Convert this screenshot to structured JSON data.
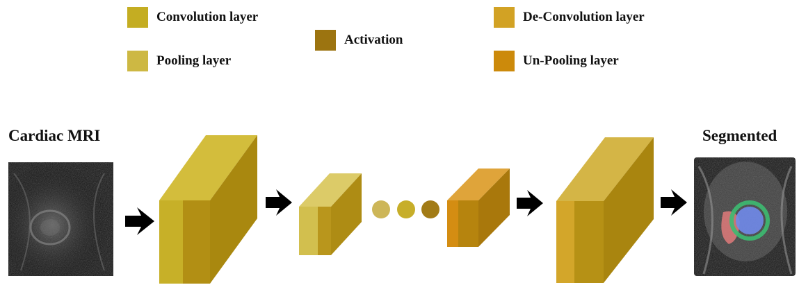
{
  "legend": {
    "convolution": {
      "label": "Convolution layer",
      "color": "#c4ad22"
    },
    "pooling": {
      "label": "Pooling layer",
      "color": "#cdb843"
    },
    "activation": {
      "label": "Activation",
      "color": "#9c7410"
    },
    "deconvolution": {
      "label": "De-Convolution layer",
      "color": "#d2a224"
    },
    "unpooling": {
      "label": "Un-Pooling layer",
      "color": "#cc8a0b"
    }
  },
  "input": {
    "title": "Cardiac MRI"
  },
  "output": {
    "title": "Segmented"
  },
  "ellipsis_colors": [
    "#cdb658",
    "#c7ae2a",
    "#a27b16"
  ],
  "segmentation_colors": {
    "cavity": "#7089ea",
    "myocardium": "#3dbb71",
    "right_ventricle": "#e07a7a"
  }
}
